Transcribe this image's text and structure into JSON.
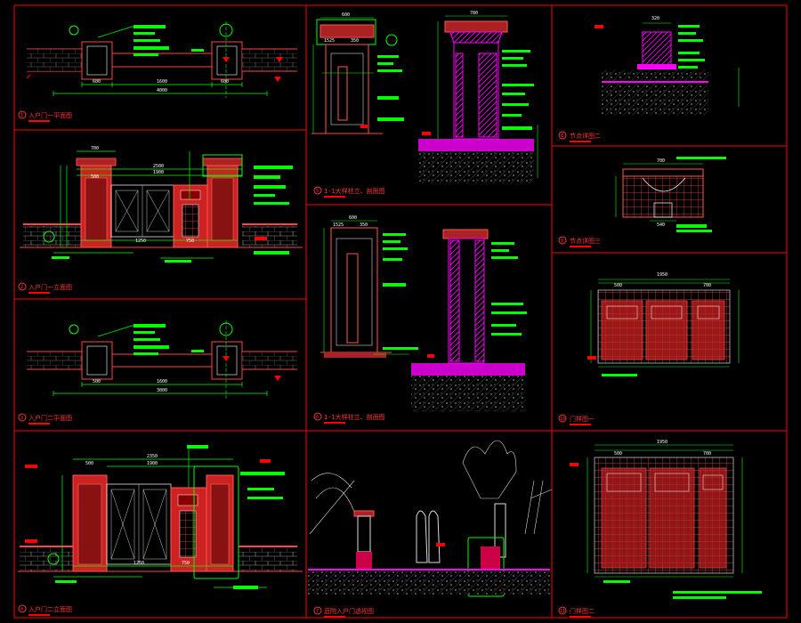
{
  "colors": {
    "frame": "#ff0000",
    "green": "#00ff00",
    "cyan": "#00ffff",
    "magenta": "#ff00ff",
    "yellow": "#ffff00",
    "white": "#ffffff",
    "brick": "#cc2222"
  },
  "panels": [
    {
      "num": "1",
      "title": "入户门一平面图"
    },
    {
      "num": "2",
      "title": "入户门一立面图"
    },
    {
      "num": "3",
      "title": "入户门二平面图"
    },
    {
      "num": "4",
      "title": "入户门二立面图"
    },
    {
      "num": "5",
      "title": "1-1大样柱立、剖面图"
    },
    {
      "num": "6",
      "title": "1-1大样柱立、剖面图"
    },
    {
      "num": "7",
      "title": "庭院入户门透视图"
    },
    {
      "num": "8",
      "title": "节点详图二"
    },
    {
      "num": "9",
      "title": "节点详图三"
    },
    {
      "num": "10",
      "title": "门样图一"
    },
    {
      "num": "11",
      "title": "门样图二"
    }
  ],
  "dims": {
    "p1_total": "4000",
    "p1_a": "600",
    "p1_b": "1600",
    "p1_c": "600",
    "p2_top": "700",
    "p2_w1": "2500",
    "p2_w2": "1900",
    "p2_left": "500",
    "p2_b": "1250",
    "p2_c": "750",
    "p3_total": "3000",
    "p3_a": "500",
    "p3_b": "1600",
    "p4_top": "2350",
    "p4_mid": "1900",
    "p4_left": "500",
    "p4_b": "1250",
    "p4_c": "750",
    "p5_top": "780",
    "p5_cap": "600",
    "p5_a": "1525",
    "p5_b": "350",
    "p6_top": "600",
    "p6_a": "1525",
    "p6_b": "350",
    "p8_top": "320",
    "p9_top": "700",
    "p9_b": "540",
    "p10_total": "1950",
    "p10_a": "500",
    "p10_b": "700",
    "p11_total": "1950",
    "p11_a": "500",
    "p11_b": "700"
  }
}
